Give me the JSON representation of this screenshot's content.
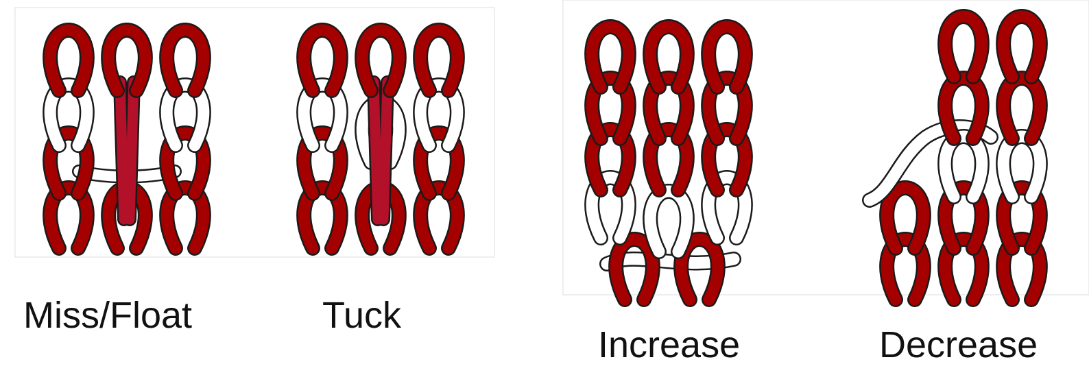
{
  "labels": {
    "miss_float": "Miss/Float",
    "tuck": "Tuck",
    "increase": "Increase",
    "decrease": "Decrease"
  },
  "colors": {
    "yarn_red": "#a40000",
    "yarn_red_light": "#b3102a",
    "yarn_white": "#ffffff",
    "outline": "#1a1a1a",
    "panel_border": "#cccccc"
  }
}
